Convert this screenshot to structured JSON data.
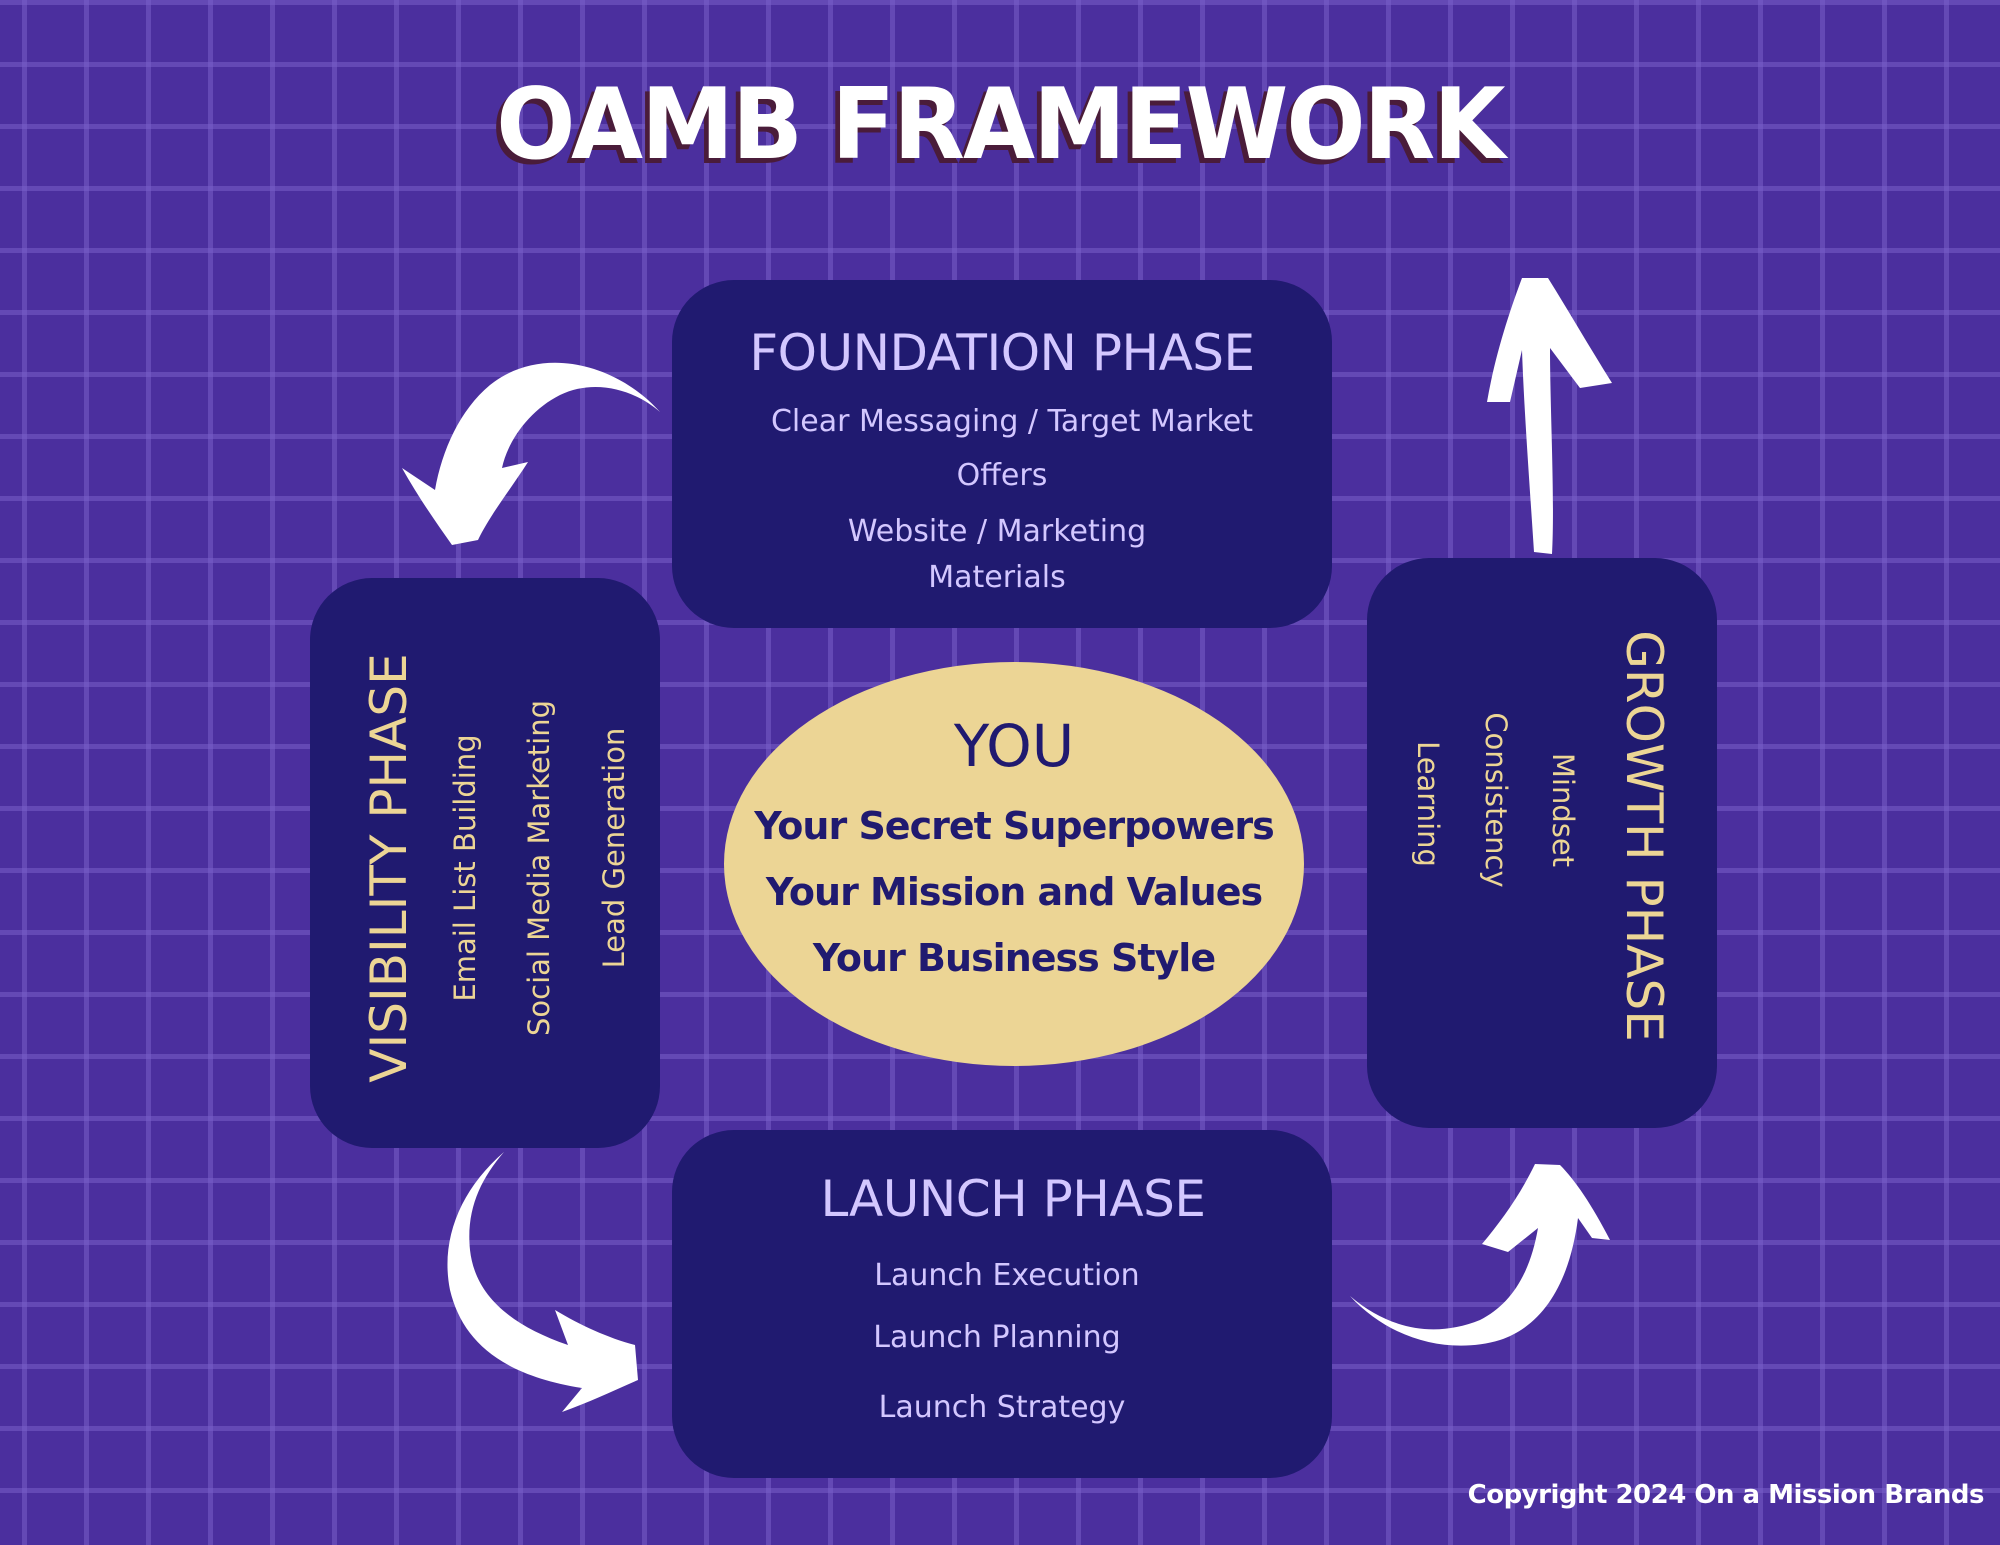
{
  "title": "OAMB FRAMEWORK",
  "colors": {
    "background": "#4b2f9e",
    "grid_line": "#5f45b3",
    "box": "#201a70",
    "box_text_lilac": "#d3c7ff",
    "box_text_gold": "#ecd595",
    "center_fill": "#ecd595",
    "center_text": "#201a70",
    "title_shadow": "#4a1c3a",
    "arrow": "#ffffff"
  },
  "phases": {
    "foundation": {
      "title": "FOUNDATION PHASE",
      "items": [
        "Clear Messaging / Target Market",
        "Offers",
        "Website / Marketing",
        "Materials"
      ]
    },
    "visibility": {
      "title": "VISIBILITY PHASE",
      "items": [
        "Email List Building",
        "Social Media Marketing",
        "Lead Generation"
      ]
    },
    "launch": {
      "title": "LAUNCH PHASE",
      "items": [
        "Launch Execution",
        "Launch Planning",
        "Launch Strategy"
      ]
    },
    "growth": {
      "title": "GROWTH PHASE",
      "items": [
        "Mindset",
        "Consistency",
        "Learning"
      ]
    }
  },
  "center": {
    "heading": "YOU",
    "items": [
      "Your Secret Superpowers",
      "Your Mission and Values",
      "Your Business Style"
    ]
  },
  "arrows": [
    {
      "name": "foundation-to-visibility",
      "icon": "curved-arrow-down-left"
    },
    {
      "name": "visibility-to-launch",
      "icon": "curved-arrow-down-right"
    },
    {
      "name": "launch-to-growth",
      "icon": "curved-arrow-up-right"
    },
    {
      "name": "growth-to-foundation",
      "icon": "arrow-up"
    }
  ],
  "copyright": "Copyright 2024 On a Mission Brands"
}
